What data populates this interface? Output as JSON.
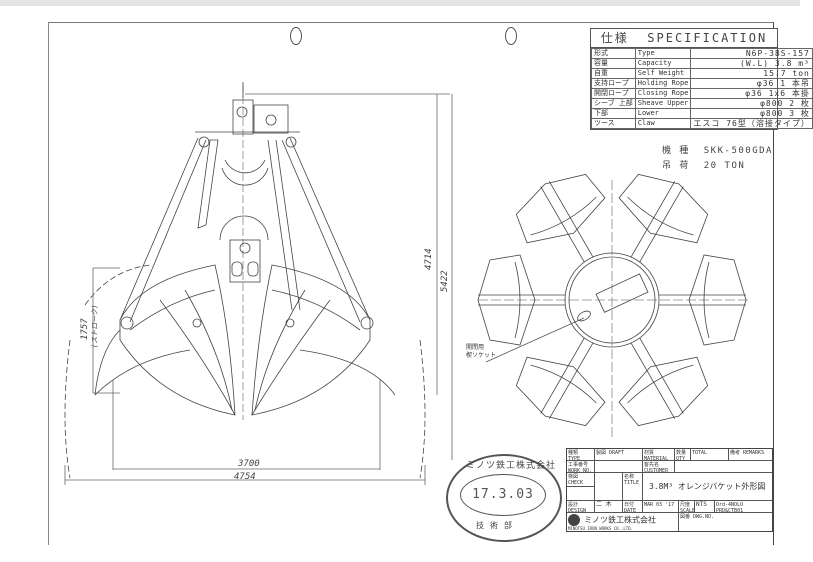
{
  "drawing": {
    "title_jp": "3.8M³ オレンジバケット外形図",
    "company": "ミノツ鉄工株式会社",
    "company_en": "MINOTSU IRON WORKS CO.,LTD.",
    "scale": "NTS",
    "date": "MAR 03 '17",
    "drawing_no_label": "図番 DWG.NO.",
    "ref_code": "Ord-4NOLO PRD&CTB01"
  },
  "specification": {
    "header_jp": "仕様",
    "header_en": "SPECIFICATION",
    "rows": [
      {
        "label_jp": "形式",
        "label_en": "Type",
        "value": "N6P-38S-157"
      },
      {
        "label_jp": "容量",
        "label_en": "Capacity",
        "value": "(W.L) 3.8 m³"
      },
      {
        "label_jp": "自重",
        "label_en": "Self Weight",
        "value": "15.7 ton"
      },
      {
        "label_jp": "支持ロープ",
        "label_en": "Holding Rope",
        "value": "φ36   1 本吊"
      },
      {
        "label_jp": "開閉ロープ",
        "label_en": "Closing Rope",
        "value": "φ36   1x6 本掛"
      },
      {
        "label_jp": "シーブ 上部",
        "label_en": "Sheave Upper",
        "value": "φ800   2 枚"
      },
      {
        "label_jp": "下部",
        "label_en": "Lower",
        "value": "φ800   3 枚"
      },
      {
        "label_jp": "ツース",
        "label_en": "Claw",
        "value": "エスコ 76型（溶接タイプ）"
      }
    ],
    "machine_label": "機 種",
    "machine": "SKK-500GDA",
    "load_label": "吊 荷",
    "load": "20 TON"
  },
  "dimensions": {
    "width_inner": "3700",
    "width_outer": "4754",
    "height_closed": "4714",
    "height_open": "5422",
    "stroke": "1757",
    "stroke_note": "(ストローク)"
  },
  "annotations": {
    "socket_note_1": "開閉用",
    "socket_note_2": "楔ソケット"
  },
  "stamp": {
    "company": "ミノツ鉄工株式会社",
    "date": "17.3.03",
    "dept": "技術部"
  },
  "titleblock": {
    "type_label": "種類 TYPE",
    "draft_label": "製図 DRAFT",
    "material_label": "材質 MATERIAL",
    "qty_label": "数量 QTY",
    "total_label": "TOTAL",
    "remarks_label": "備考 REMARKS",
    "work_label": "工事番号 WORK NO.",
    "customer_label": "客先名 CUSTOMER",
    "check_label": "検図 CHECK",
    "title_label": "名称 TITLE",
    "design_label": "設計 DESIGN",
    "design_name": "二 木",
    "date_label": "日付 DATE",
    "scale_label": "尺度 SCALE"
  }
}
